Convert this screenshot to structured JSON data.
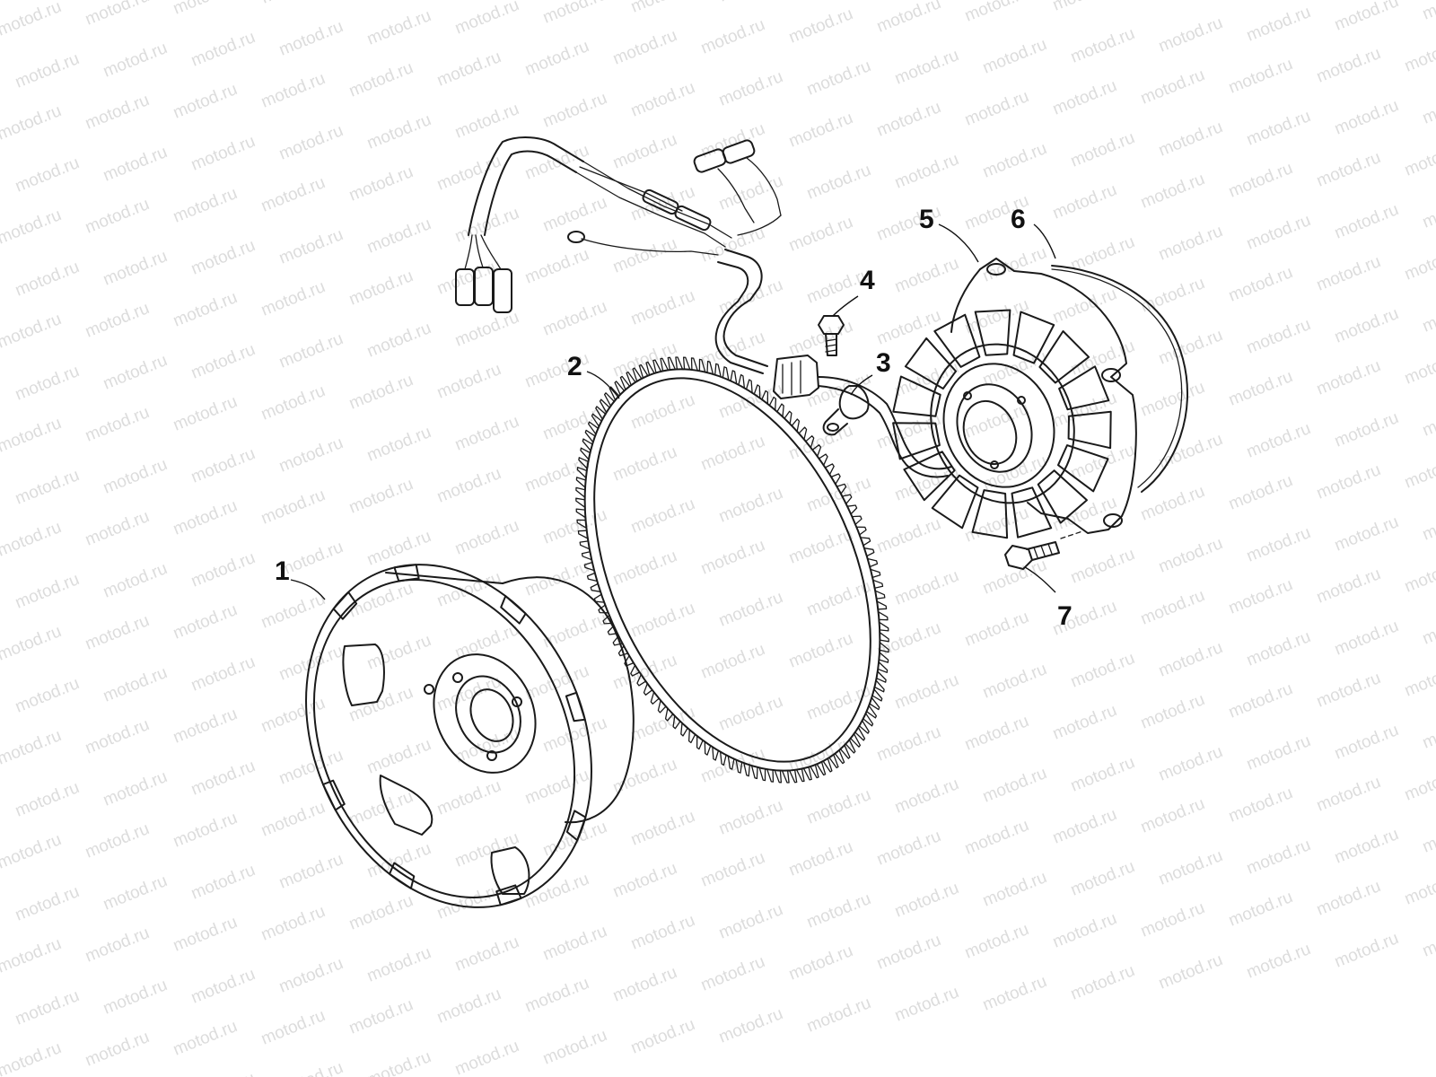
{
  "watermark": {
    "text": "motod.ru",
    "color": "#dcdcdc"
  },
  "callouts": [
    {
      "id": "1",
      "label": "1",
      "part": "flywheel-rotor"
    },
    {
      "id": "2",
      "label": "2",
      "part": "starter-ring-gear"
    },
    {
      "id": "3",
      "label": "3",
      "part": "wire-clamp"
    },
    {
      "id": "4",
      "label": "4",
      "part": "clamp-bolt"
    },
    {
      "id": "5",
      "label": "5",
      "part": "stator-coil-assembly"
    },
    {
      "id": "6",
      "label": "6",
      "part": "gasket"
    },
    {
      "id": "7",
      "label": "7",
      "part": "stator-bolt"
    }
  ],
  "icons": [
    "flywheel-icon",
    "ring-gear-icon",
    "wire-harness-icon",
    "stator-icon",
    "gasket-icon",
    "bolt-icon",
    "clamp-icon"
  ],
  "line_color": "#1a1a1a"
}
